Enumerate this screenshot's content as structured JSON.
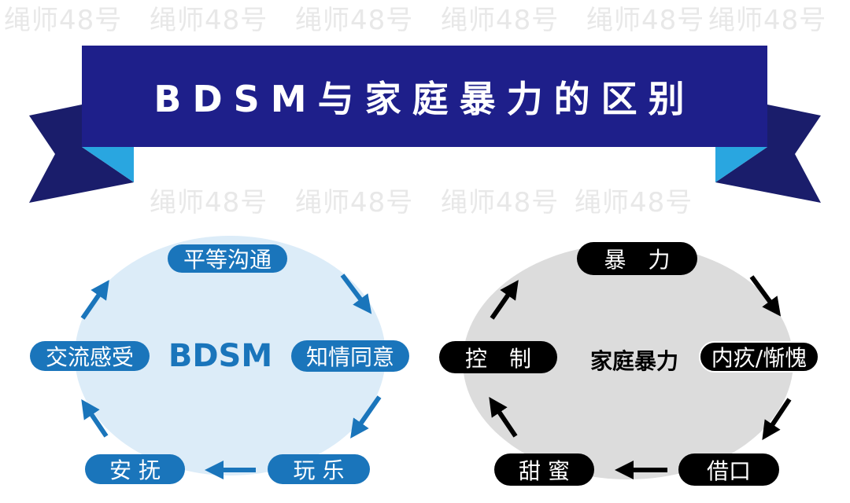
{
  "watermark": "绳师48号",
  "title": "BDSM与家庭暴力的区别",
  "colors": {
    "banner": "#1e1f8a",
    "banner_tail": "#1a1d6b",
    "banner_fold": "#29a6e0",
    "bdsm_blue": "#1a75bb",
    "bdsm_bg": "#dcecf8",
    "dv_bg": "#dcdcdc",
    "dv_black": "#000000"
  },
  "bdsm": {
    "center": "BDSM",
    "nodes": [
      "平等沟通",
      "知情同意",
      "玩 乐",
      "安 抚",
      "交流感受"
    ]
  },
  "dv": {
    "center": "家庭暴力",
    "nodes": [
      "暴　力",
      "内疚/惭愧",
      "借口",
      "甜 蜜",
      "控　制"
    ]
  }
}
